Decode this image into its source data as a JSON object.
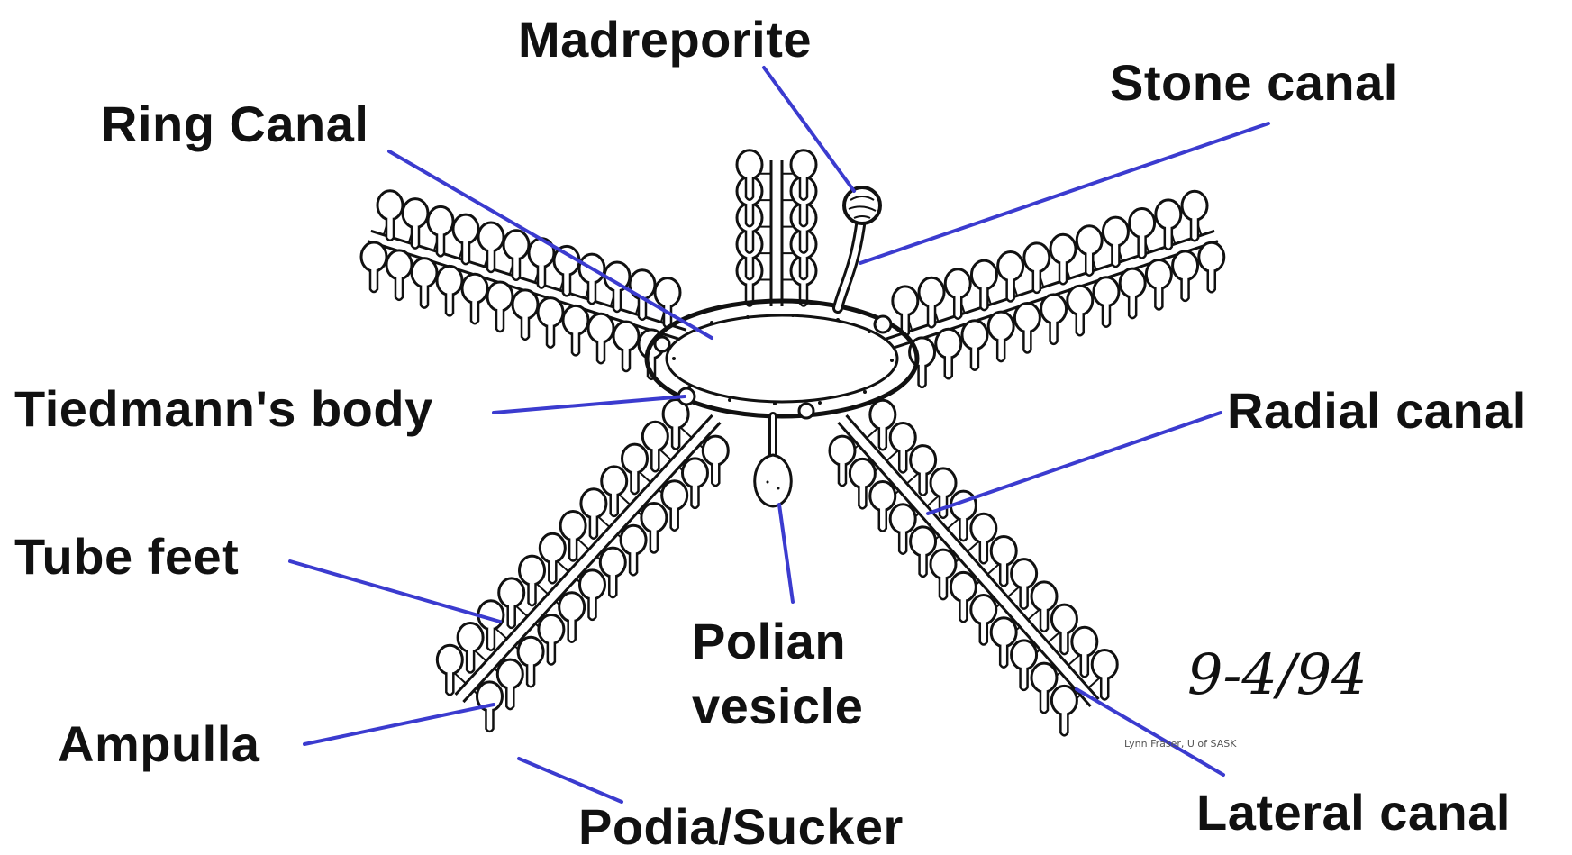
{
  "labels": {
    "madreporite": "Madreporite",
    "stone_canal": "Stone canal",
    "ring_canal": "Ring Canal",
    "tiedmanns_body": "Tiedmann's body",
    "radial_canal": "Radial canal",
    "tube_feet": "Tube feet",
    "polian_line1": "Polian",
    "polian_line2": "vesicle",
    "ampulla": "Ampulla",
    "podia_sucker": "Podia/Sucker",
    "lateral_canal": "Lateral canal"
  },
  "signature": {
    "date": "9-4/94",
    "credit": "Lynn Fraser, U of SASK"
  },
  "colors": {
    "leader_line": "#3b3bcf",
    "ink": "#111111",
    "background": "#ffffff"
  }
}
